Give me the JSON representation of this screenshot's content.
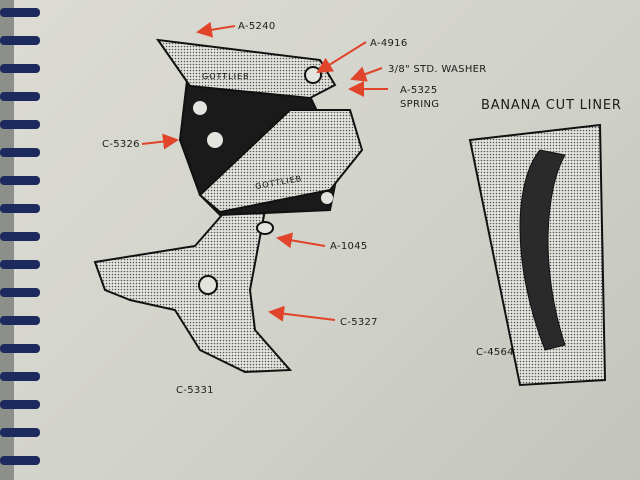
{
  "labels": {
    "a5240": "A-5240",
    "a4916": "A-4916",
    "washer": "3/8\" STD. WASHER",
    "a5325": "A-5325",
    "spring": "SPRING",
    "c5326": "C-5326",
    "a1045": "A-1045",
    "c5327": "C-5327",
    "c5331": "C-5331",
    "c4564": "C-4564"
  },
  "section_title": "BANANA CUT LINER",
  "stamps": [
    "GOTTLIEB",
    "GOTTLIEB"
  ],
  "colors": {
    "arrow": "#e0442a",
    "ink": "#1d1d1d",
    "binding": "#1c2a5e"
  }
}
